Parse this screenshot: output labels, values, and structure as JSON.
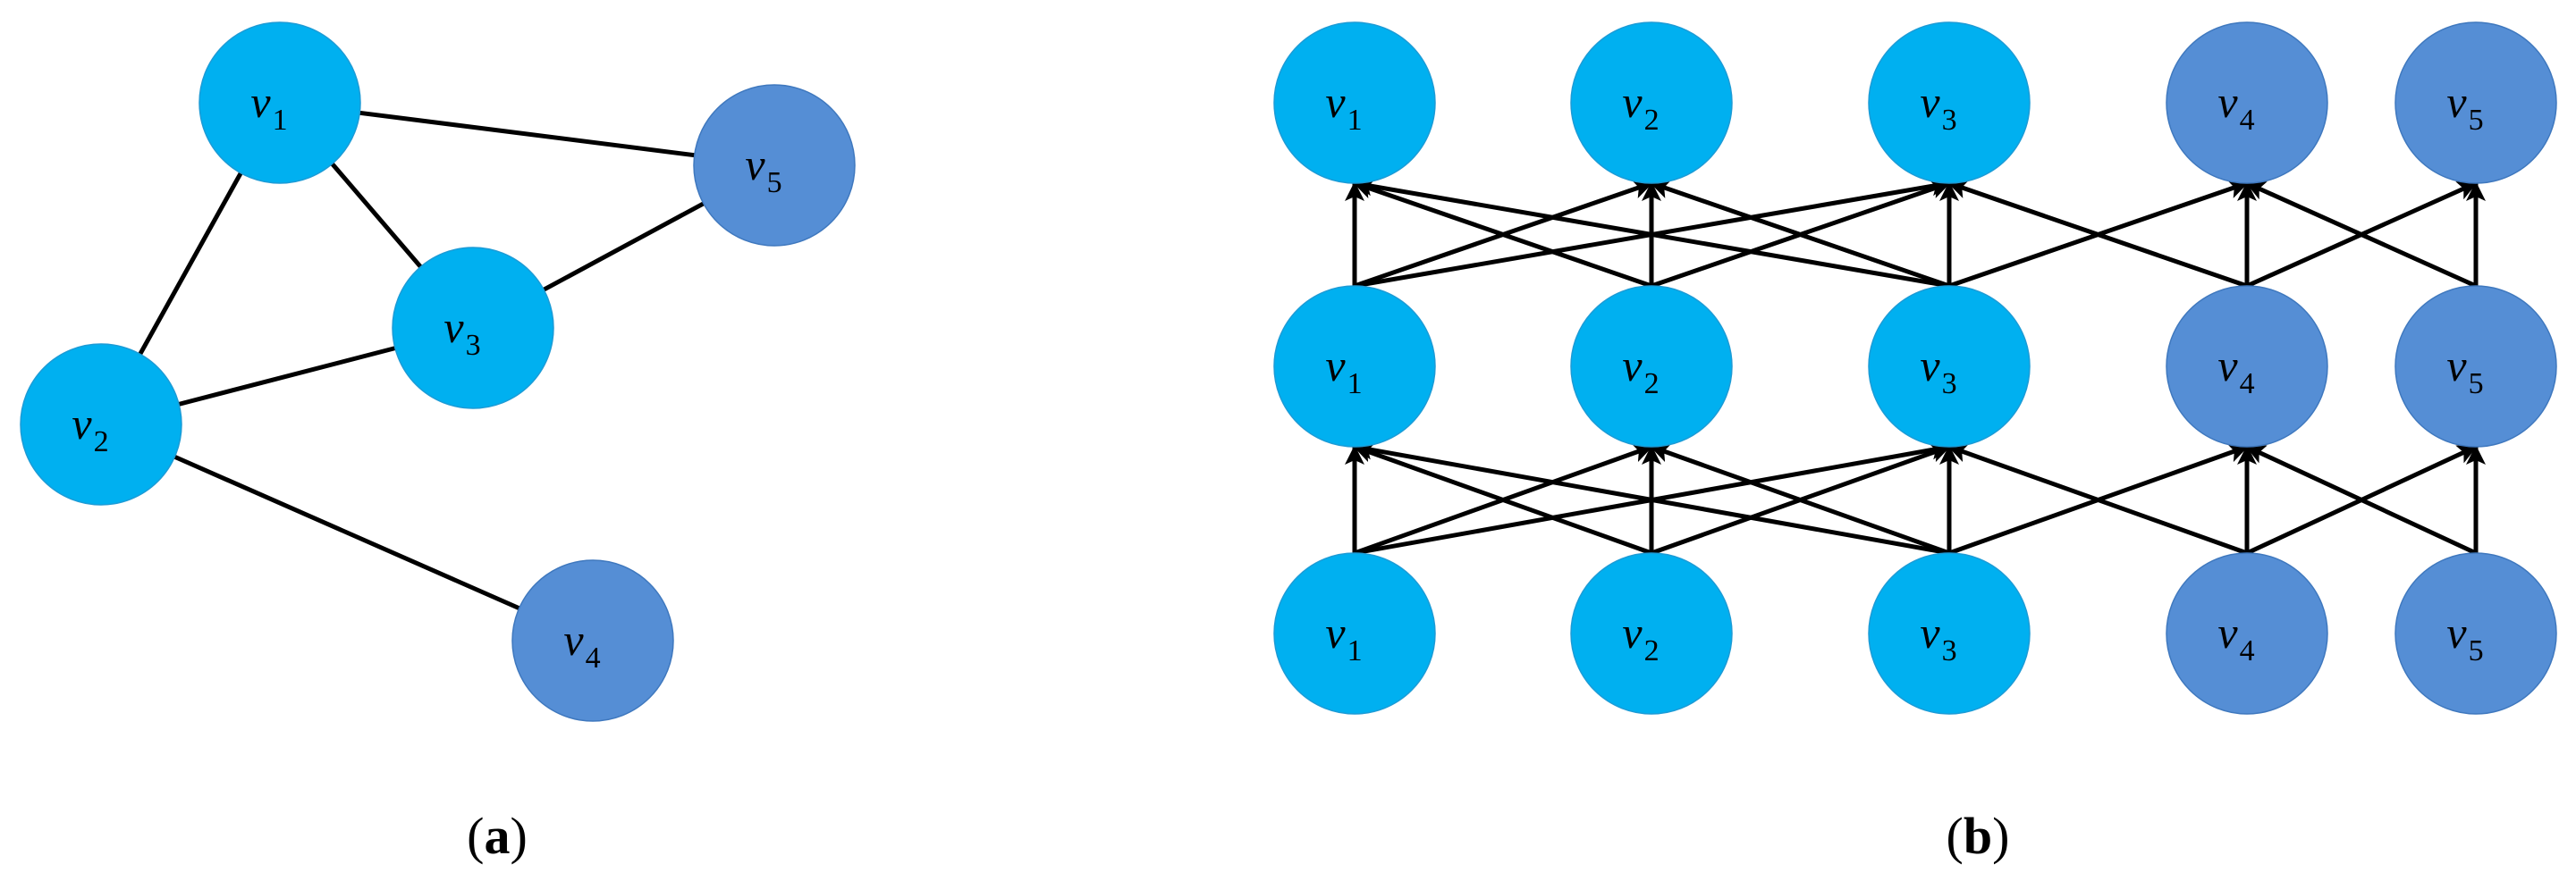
{
  "colors": {
    "light_node": "#00B0F0",
    "light_node_stroke": "#1C9BD6",
    "dark_node": "#558ED5",
    "dark_node_stroke": "#3F78BE",
    "edge": "#000000"
  },
  "panel_a": {
    "label_open": "(",
    "label_letter": "a",
    "label_close": ")",
    "nodes": [
      {
        "id": "v1",
        "base": "v",
        "sub": "1",
        "tone": "light"
      },
      {
        "id": "v2",
        "base": "v",
        "sub": "2",
        "tone": "light"
      },
      {
        "id": "v3",
        "base": "v",
        "sub": "3",
        "tone": "light"
      },
      {
        "id": "v4",
        "base": "v",
        "sub": "4",
        "tone": "dark"
      },
      {
        "id": "v5",
        "base": "v",
        "sub": "5",
        "tone": "dark"
      }
    ],
    "edges": [
      [
        "v1",
        "v5"
      ],
      [
        "v1",
        "v3"
      ],
      [
        "v1",
        "v2"
      ],
      [
        "v2",
        "v3"
      ],
      [
        "v3",
        "v5"
      ],
      [
        "v2",
        "v4"
      ]
    ]
  },
  "panel_b": {
    "label_open": "(",
    "label_letter": "b",
    "label_close": ")",
    "layers": 3,
    "nodes": [
      {
        "id": "v1",
        "base": "v",
        "sub": "1",
        "tone": "light"
      },
      {
        "id": "v2",
        "base": "v",
        "sub": "2",
        "tone": "light"
      },
      {
        "id": "v3",
        "base": "v",
        "sub": "3",
        "tone": "light"
      },
      {
        "id": "v4",
        "base": "v",
        "sub": "4",
        "tone": "dark"
      },
      {
        "id": "v5",
        "base": "v",
        "sub": "5",
        "tone": "dark"
      }
    ],
    "arrows": [
      [
        "v1",
        "v1"
      ],
      [
        "v1",
        "v2"
      ],
      [
        "v1",
        "v3"
      ],
      [
        "v2",
        "v1"
      ],
      [
        "v2",
        "v2"
      ],
      [
        "v2",
        "v3"
      ],
      [
        "v3",
        "v1"
      ],
      [
        "v3",
        "v2"
      ],
      [
        "v3",
        "v3"
      ],
      [
        "v3",
        "v4"
      ],
      [
        "v4",
        "v3"
      ],
      [
        "v4",
        "v4"
      ],
      [
        "v4",
        "v5"
      ],
      [
        "v5",
        "v4"
      ],
      [
        "v5",
        "v5"
      ]
    ]
  }
}
